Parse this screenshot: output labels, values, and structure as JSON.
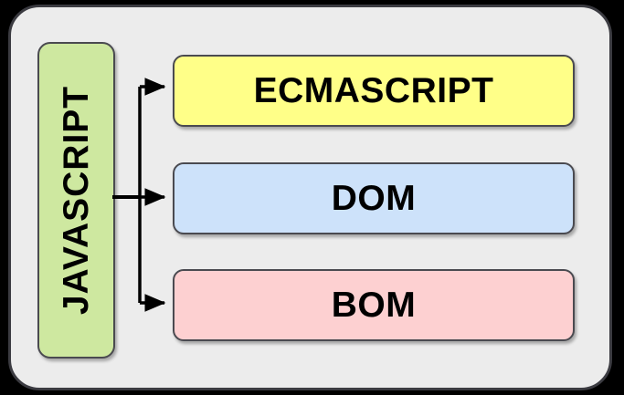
{
  "diagram": {
    "title": "JavaScript composition diagram",
    "background_color": "#000000",
    "panel": {
      "name": "outer-panel",
      "fill": "#ececec",
      "stroke": "#3b3b41"
    },
    "source_node": {
      "label": "JAVASCRIPT",
      "fill": "#cee8a0",
      "stroke": "#4a4a50",
      "orientation": "vertical"
    },
    "target_nodes": [
      {
        "label": "ECMASCRIPT",
        "fill": "#ffff88",
        "stroke": "#4a4a50"
      },
      {
        "label": "DOM",
        "fill": "#cde2fa",
        "stroke": "#4a4a50"
      },
      {
        "label": "BOM",
        "fill": "#fdd0d1",
        "stroke": "#4a4a50"
      }
    ],
    "connectors": {
      "style": "elbow-arrow",
      "color": "#000000",
      "count": 3,
      "description": "JAVASCRIPT branches to ECMASCRIPT, DOM and BOM"
    }
  }
}
